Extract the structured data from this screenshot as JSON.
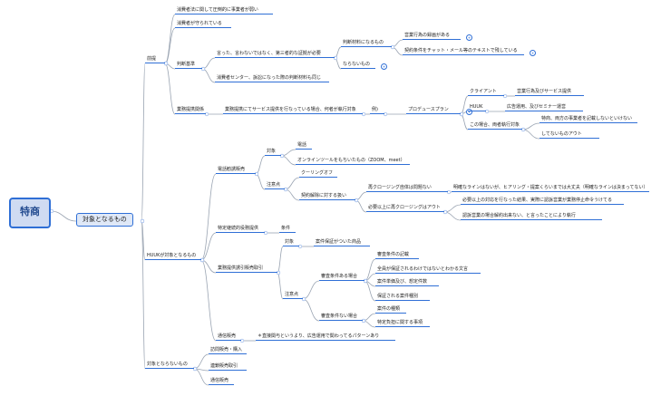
{
  "nodes": [
    {
      "id": "root",
      "t": "特商"
    },
    {
      "id": "taisho",
      "t": "対象となるもの"
    },
    {
      "id": "zentei",
      "t": "前提"
    },
    {
      "id": "z1",
      "t": "消費者法に関して圧倒的に事業者が弱い"
    },
    {
      "id": "z2",
      "t": "消費者が守られている"
    },
    {
      "id": "hanko",
      "t": "判断基準"
    },
    {
      "id": "h1",
      "t": "言った、言わないではなく、第三者的な証拠が必要"
    },
    {
      "id": "h1a",
      "t": "判断材料になるもの"
    },
    {
      "id": "h1a1",
      "t": "営業行為の録画がある"
    },
    {
      "id": "h1a2",
      "t": "契約条件をチャット・メール等のテキストで残している"
    },
    {
      "id": "h1b",
      "t": "ならないもの"
    },
    {
      "id": "h2",
      "t": "消費者センター、訴訟になった際の判断材料も同じ"
    },
    {
      "id": "gyomu",
      "t": "業務提携関係"
    },
    {
      "id": "g1",
      "t": "業務提携にてサービス提供を行なっている場合、何者が執行対象"
    },
    {
      "id": "g2",
      "t": "例)"
    },
    {
      "id": "g3",
      "t": "プロデュースプラン"
    },
    {
      "id": "g3a",
      "t": "クライアント"
    },
    {
      "id": "g3a1",
      "t": "営業行為及びサービス提供"
    },
    {
      "id": "g3b",
      "t": "HUUK"
    },
    {
      "id": "g3b1",
      "t": "広告運用、及びセミナー運営"
    },
    {
      "id": "g3c",
      "t": "この場合、両者執行対象"
    },
    {
      "id": "g3c1",
      "t": "特商、両方の事業者を記載しないといけない"
    },
    {
      "id": "g3c2",
      "t": "してないものアウト"
    },
    {
      "id": "huuk",
      "t": "HUUKが対象となるもの"
    },
    {
      "id": "denwa",
      "t": "電話勧誘販売"
    },
    {
      "id": "dt",
      "t": "対象"
    },
    {
      "id": "dt1",
      "t": "電話"
    },
    {
      "id": "dt2",
      "t": "オンラインツールをもちいたもの（ZOOM、meet）"
    },
    {
      "id": "dc",
      "t": "注意点"
    },
    {
      "id": "dc1",
      "t": "クーリングオフ"
    },
    {
      "id": "dc2",
      "t": "契約解除に対する扱い"
    },
    {
      "id": "dc2a",
      "t": "再クロージング自体は問題ない"
    },
    {
      "id": "dc2a1",
      "t": "明確なラインはないが、ヒアリング・提案くらいまでは大丈夫（明確なラインは決まってない）"
    },
    {
      "id": "dc2b",
      "t": "必要以上に再クロージングはアウト"
    },
    {
      "id": "dc2b1",
      "t": "必要以上の対応を行なった結果、実際に認訴営業が業務停止命令うけてる"
    },
    {
      "id": "dc2b2",
      "t": "認訴営業の場合解約出来ない、と言ったことにより執行"
    },
    {
      "id": "tokutei",
      "t": "特定継続的役務提供"
    },
    {
      "id": "tk1",
      "t": "条件"
    },
    {
      "id": "gyomuteikyo",
      "t": "業務提供誘引販売取引"
    },
    {
      "id": "gt",
      "t": "対象"
    },
    {
      "id": "gt1",
      "t": "案件保証がついた商品"
    },
    {
      "id": "gc",
      "t": "注意点"
    },
    {
      "id": "gca",
      "t": "審査条件ある場合"
    },
    {
      "id": "gca1",
      "t": "審査条件の記載"
    },
    {
      "id": "gca2",
      "t": "全員が保証されるわけではないとわかる文言"
    },
    {
      "id": "gca3",
      "t": "案件単価及び、想定件数"
    },
    {
      "id": "gca4",
      "t": "保証される案件種別"
    },
    {
      "id": "gcb",
      "t": "審査条件ない場合"
    },
    {
      "id": "gcb1",
      "t": "案件の種類"
    },
    {
      "id": "gcb2",
      "t": "特定負担に関する事項"
    },
    {
      "id": "tsushin",
      "t": "通信販売"
    },
    {
      "id": "ts1",
      "t": "＊直接関与というより、広告運用で関わってるパターンあり"
    },
    {
      "id": "naranai",
      "t": "対象とならないもの"
    },
    {
      "id": "n1",
      "t": "訪問販売・購入"
    },
    {
      "id": "n2",
      "t": "連鎖販売取引"
    },
    {
      "id": "n3",
      "t": "通信販売"
    }
  ]
}
